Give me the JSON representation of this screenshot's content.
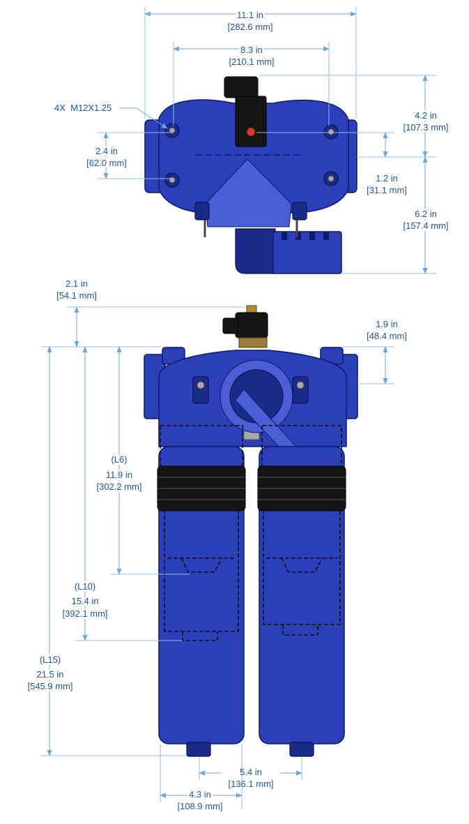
{
  "colors": {
    "housing": "#2a3fb8",
    "housing_dark": "#1c2a8a",
    "dimension_text": "#1e57a6",
    "dimension_line": "#6fa8d8",
    "connector": "#151515",
    "indicator_lamp": "#d43a1f"
  },
  "top_view": {
    "width_overall": {
      "in": "11.1 in",
      "mm": "[282.6 mm]"
    },
    "port_spacing": {
      "in": "8.3 in",
      "mm": "[210.1 mm]"
    },
    "thread_callout": "4X  M12X1.25",
    "port_vertical_spacing": {
      "in": "2.4 in",
      "mm": "[62.0 mm]"
    },
    "connector_height": {
      "in": "4.2 in",
      "mm": "[107.3 mm]"
    },
    "port_offset": {
      "in": "1.2 in",
      "mm": "[31.1 mm]"
    },
    "lower_depth": {
      "in": "6.2 in",
      "mm": "[157.4 mm]"
    }
  },
  "front_view": {
    "connector_clearance": {
      "in": "2.1 in",
      "mm": "[54.1 mm]"
    },
    "port_height": {
      "in": "1.9 in",
      "mm": "[48.4 mm]"
    },
    "l6": {
      "tag": "(L6)",
      "in": "11.9 in",
      "mm": "[302.2 mm]"
    },
    "l10": {
      "tag": "(L10)",
      "in": "15.4 in",
      "mm": "[392.1 mm]"
    },
    "l15": {
      "tag": "(L15)",
      "in": "21.5 in",
      "mm": "[545.9 mm]"
    },
    "bowl_spacing": {
      "in": "5.4 in",
      "mm": "[136.1 mm]"
    },
    "bowl_offset": {
      "in": "4.3 in",
      "mm": "[108.9 mm]"
    }
  }
}
